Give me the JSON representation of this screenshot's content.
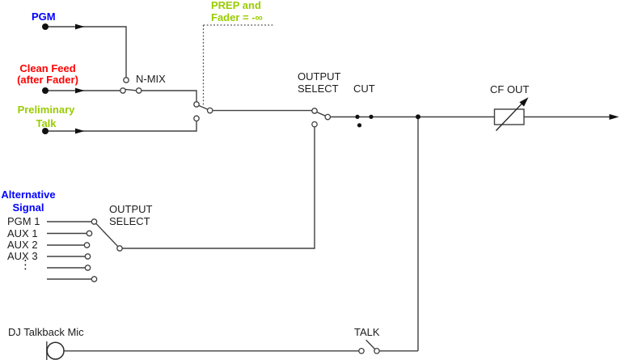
{
  "inputs": {
    "pgm": {
      "label": "PGM",
      "color": "#0000FF"
    },
    "clean_feed": {
      "line1": "Clean Feed",
      "line2": "(after Fader)",
      "color": "#FF0000"
    },
    "preliminary_talk": {
      "line1": "Preliminary",
      "line2": "Talk",
      "color": "#99CC00"
    }
  },
  "annotation": {
    "prep_line1": "PREP and",
    "prep_line2": "Fader = -∞",
    "color": "#99CC00"
  },
  "switches": {
    "n_mix_label": "N-MIX",
    "output_select_main": {
      "line1": "OUTPUT",
      "line2": "SELECT"
    },
    "output_select_alt": {
      "line1": "OUTPUT",
      "line2": "SELECT"
    },
    "cut_label": "CUT",
    "talk_label": "TALK"
  },
  "alt_signal": {
    "title_line1": "Alternative",
    "title_line2": "Signal",
    "color": "#0000FF",
    "sources": [
      "PGM 1",
      "AUX 1",
      "AUX 2",
      "AUX 3"
    ],
    "ellipsis": "⋮"
  },
  "output": {
    "cf_out_label": "CF OUT"
  },
  "mic": {
    "label": "DJ Talkback Mic"
  },
  "colors": {
    "wire": "#404040",
    "text": "#1C1C1C",
    "background": "#FFFFFF"
  }
}
